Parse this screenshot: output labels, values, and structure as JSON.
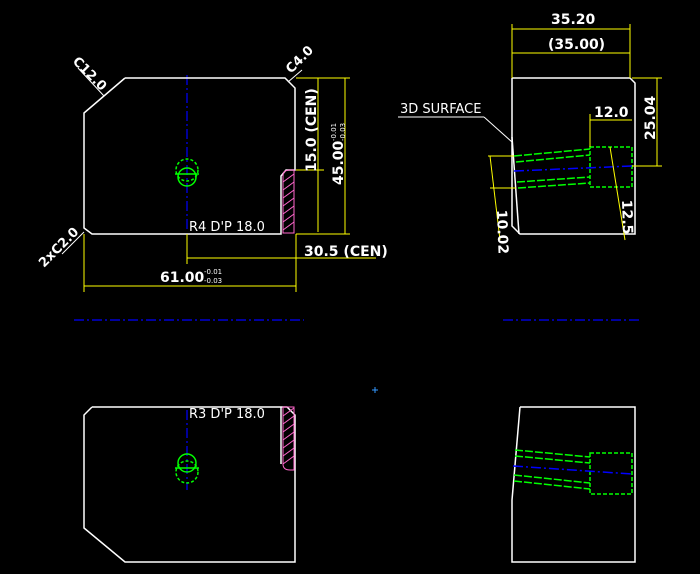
{
  "colors": {
    "background": "#000000",
    "outline": "#ffffff",
    "dimension": "#ffff00",
    "centerline": "#0000ff",
    "feature": "#00ff00",
    "hatch": "#ff66cc",
    "leader": "#ffffff"
  },
  "labels": {
    "c12": "C12.0",
    "c4": "C4.0",
    "c2": "2xC2.0",
    "r4": "R4 D'P 18.0",
    "r3": "R3 D'P 18.0",
    "dim15": "15.0 (CEN)",
    "dim45": "45.00",
    "dim45_tol_top": "-0.01",
    "dim45_tol_bottom": "-0.03",
    "dim30": "30.5 (CEN)",
    "dim61": "61.00",
    "dim61_tol_top": "-0.01",
    "dim61_tol_bottom": "-0.03",
    "dim3520": "35.20",
    "dim3500": "(35.00)",
    "surface": "3D SURFACE",
    "dim120": "12.0",
    "dim2504": "25.04",
    "dim1002": "10.02",
    "dim125": "12.5"
  }
}
